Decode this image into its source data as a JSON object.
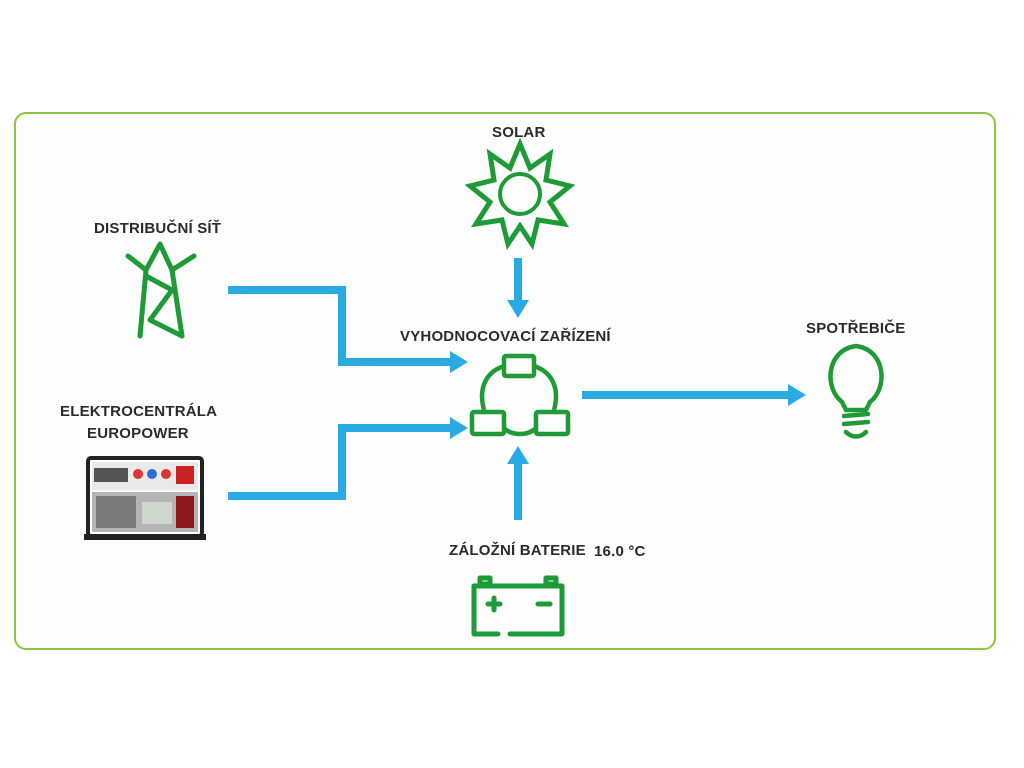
{
  "labels": {
    "solar": "SOLAR",
    "grid": "DISTRIBUČNÍ SÍŤ",
    "generator_line1": "ELEKTROCENTRÁLA",
    "generator_line2": "EUROPOWER",
    "controller": "VYHODNOCOVACÍ ZAŘÍZENÍ",
    "consumers": "SPOTŘEBIČE",
    "battery": "ZÁLOŽNÍ BATERIE",
    "temperature": "16.0 °C"
  },
  "colors": {
    "frame": "#8cc63f",
    "icon_green": "#1e9a37",
    "arrow_blue": "#29abe2",
    "text": "#2b2b2b"
  },
  "icons": {
    "solar": "sun-icon",
    "grid": "power-pylon-icon",
    "controller": "controller-cycle-icon",
    "consumers": "light-bulb-icon",
    "battery": "battery-icon",
    "generator": "generator-image"
  }
}
